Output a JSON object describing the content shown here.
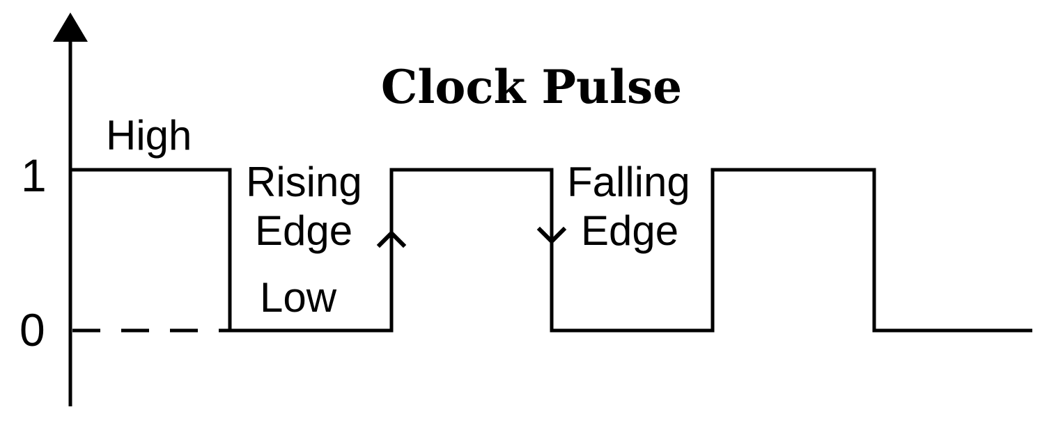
{
  "title": "Clock Pulse",
  "y_labels": {
    "high": "1",
    "low": "0"
  },
  "annotations": {
    "high": "High",
    "low": "Low",
    "rising_line1": "Rising",
    "rising_line2": "Edge",
    "falling_line1": "Falling",
    "falling_line2": "Edge"
  },
  "chart_data": {
    "type": "line",
    "levels": [
      1,
      0,
      1,
      0,
      1,
      0
    ],
    "y_ticks": [
      "0",
      "1"
    ]
  }
}
